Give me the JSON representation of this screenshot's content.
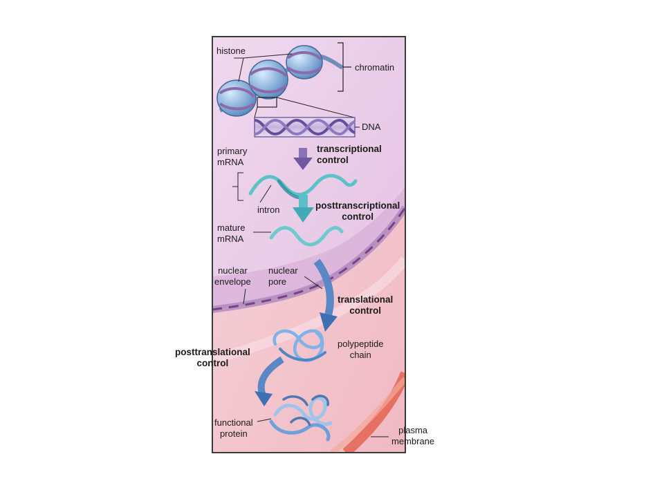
{
  "colors": {
    "frame": "#3a3a3a",
    "cytoplasm": "#f3c9cf",
    "nucleoplasm": "#edd3ea",
    "nuclear_envelope": "#a784ba",
    "envelope_pores": "#7a3f84",
    "dna_purple": "#8062ab",
    "histone_blue": "#7ea9d6",
    "mrna_teal": "#5bc3c8",
    "arrow_blue": "#4f81c2",
    "plasma_membrane": "#e2644f"
  },
  "labels": {
    "histone": "histone",
    "chromatin": "chromatin",
    "dna": "DNA",
    "primary_mrna": "primary\nmRNA",
    "transcriptional_control": "transcriptional\ncontrol",
    "intron": "intron",
    "posttranscriptional_control": "posttranscriptional\ncontrol",
    "mature_mrna": "mature\nmRNA",
    "nuclear_envelope": "nuclear\nenvelope",
    "nuclear_pore": "nuclear\npore",
    "translational_control": "translational\ncontrol",
    "polypeptide_chain": "polypeptide\nchain",
    "posttranslational_control": "posttranslational\ncontrol",
    "functional_protein": "functional\nprotein",
    "plasma_membrane": "plasma\nmembrane"
  }
}
